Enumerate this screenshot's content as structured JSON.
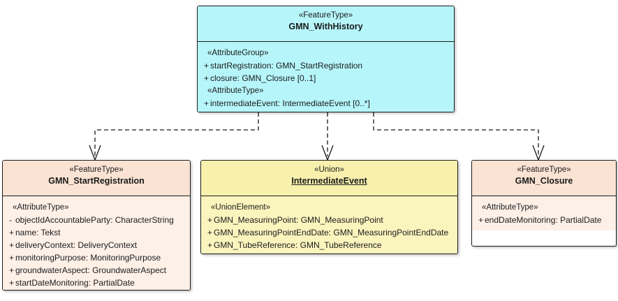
{
  "diagram": {
    "type": "uml-class-diagram",
    "background": "#ffffff",
    "colors": {
      "featuretype_header": "#fae3d3",
      "featuretype_body": "#fdf0e7",
      "union_header": "#f8f1ad",
      "union_body": "#faf4bd",
      "root_fill": "#b6f6fb",
      "border": "#1b1b1b",
      "connector": "#1b1b1b"
    }
  },
  "classes": {
    "withhistory": {
      "stereotype": "«FeatureType»",
      "name": "GMN_WithHistory",
      "groups": [
        {
          "stereotype": "«AttributeGroup»",
          "attributes": [
            {
              "visibility": "+",
              "text": "startRegistration: GMN_StartRegistration"
            },
            {
              "visibility": "+",
              "text": "closure: GMN_Closure [0..1]"
            }
          ]
        },
        {
          "stereotype": "«AttributeType»",
          "attributes": [
            {
              "visibility": "+",
              "text": "intermediateEvent: IntermediateEvent [0..*]"
            }
          ]
        }
      ]
    },
    "startregistration": {
      "stereotype": "«FeatureType»",
      "name": "GMN_StartRegistration",
      "groups": [
        {
          "stereotype": "«AttributeType»",
          "attributes": [
            {
              "visibility": "-",
              "text": "objectIdAccountableParty: CharacterString"
            },
            {
              "visibility": "+",
              "text": "name: Tekst"
            },
            {
              "visibility": "+",
              "text": "deliveryContext: DeliveryContext"
            },
            {
              "visibility": "+",
              "text": "monitoringPurpose: MonitoringPurpose"
            },
            {
              "visibility": "+",
              "text": "groundwaterAspect: GroundwaterAspect"
            },
            {
              "visibility": "+",
              "text": "startDateMonitoring: PartialDate"
            }
          ]
        }
      ]
    },
    "intermediateevent": {
      "stereotype": "«Union»",
      "name": "IntermediateEvent",
      "groups": [
        {
          "stereotype": "«UnionElement»",
          "attributes": [
            {
              "visibility": "+",
              "text": "GMN_MeasuringPoint: GMN_MeasuringPoint"
            },
            {
              "visibility": "+",
              "text": "GMN_MeasuringPointEndDate: GMN_MeasuringPointEndDate"
            },
            {
              "visibility": "+",
              "text": "GMN_TubeReference: GMN_TubeReference"
            }
          ]
        }
      ]
    },
    "closure": {
      "stereotype": "«FeatureType»",
      "name": "GMN_Closure",
      "groups": [
        {
          "stereotype": "«AttributeType»",
          "attributes": [
            {
              "visibility": "+",
              "text": "endDateMonitoring: PartialDate"
            }
          ]
        }
      ]
    }
  },
  "connectors": [
    {
      "name": "withhistory-to-startregistration",
      "style": "dashed",
      "arrow": "open"
    },
    {
      "name": "withhistory-to-intermediateevent",
      "style": "dashed",
      "arrow": "open"
    },
    {
      "name": "withhistory-to-closure",
      "style": "dashed",
      "arrow": "open"
    }
  ]
}
